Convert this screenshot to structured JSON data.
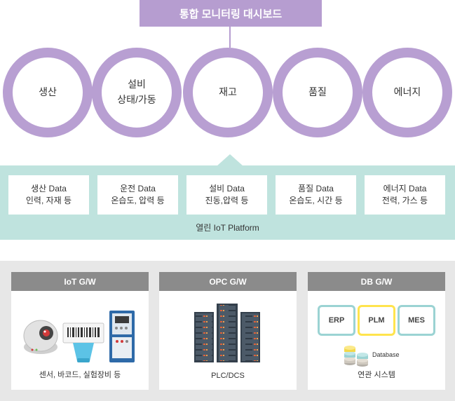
{
  "title": "통합 모니터링 대시보드",
  "categories": [
    {
      "lines": [
        "생산"
      ]
    },
    {
      "lines": [
        "설비",
        "상태/가동"
      ]
    },
    {
      "lines": [
        "재고"
      ]
    },
    {
      "lines": [
        "품질"
      ]
    },
    {
      "lines": [
        "에너지"
      ]
    }
  ],
  "data_items": [
    {
      "line1": "생산 Data",
      "line2": "인력, 자재 등"
    },
    {
      "line1": "운전 Data",
      "line2": "온습도, 압력 등"
    },
    {
      "line1": "설비 Data",
      "line2": "진동,압력 등"
    },
    {
      "line1": "품질 Data",
      "line2": "온습도, 시간 등"
    },
    {
      "line1": "에너지 Data",
      "line2": "전력, 가스 등"
    }
  ],
  "platform_label": "열린 IoT Platform",
  "gateways": [
    {
      "header": "IoT G/W",
      "caption": "센서, 바코드, 실험장비 등"
    },
    {
      "header": "OPC G/W",
      "caption": "PLC/DCS"
    },
    {
      "header": "DB G/W",
      "caption": "연관 시스템"
    }
  ],
  "systems": [
    {
      "label": "ERP",
      "color": "#9bd3d3"
    },
    {
      "label": "PLM",
      "color": "#ffe44d"
    },
    {
      "label": "MES",
      "color": "#9bd3d3"
    }
  ],
  "database_label": "Database",
  "colors": {
    "title_bar": "#b69dd0",
    "circle_ring": "#b89fd2",
    "platform": "#bfe3de",
    "gw_header": "#8b8b8b",
    "bottom_bg": "#e7e7e7"
  }
}
